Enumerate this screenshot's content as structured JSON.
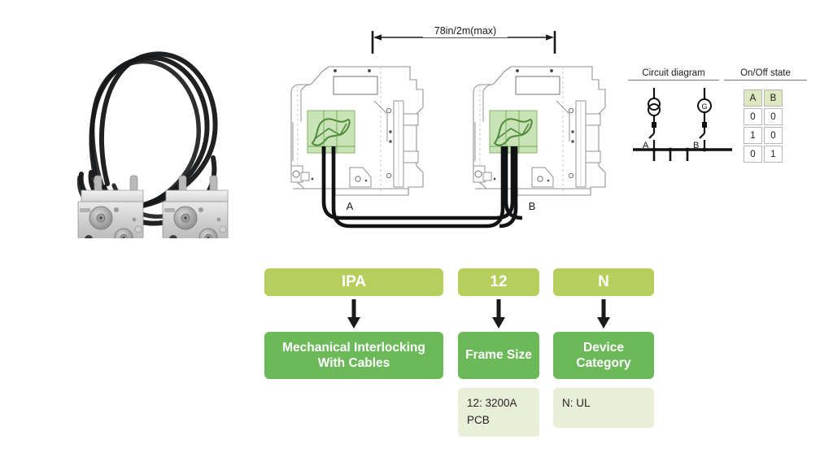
{
  "photo": {
    "alt_name": "mechanical-interlock-cable-assembly-photo"
  },
  "drawing": {
    "dimension_label": "78in/2m(max)",
    "breaker_a_label": "A",
    "breaker_b_label": "B"
  },
  "circuit": {
    "headers": {
      "diagram": "Circuit diagram",
      "state": "On/Off state"
    },
    "source_a_label": "A",
    "source_b_label": "B",
    "generator_symbol": "G",
    "table": {
      "columns": [
        "A",
        "B"
      ],
      "rows": [
        [
          "0",
          "0"
        ],
        [
          "1",
          "0"
        ],
        [
          "0",
          "1"
        ]
      ]
    }
  },
  "code_flow": {
    "columns": [
      {
        "code": "IPA",
        "meaning": "Mechanical Interlocking With Cables",
        "note": ""
      },
      {
        "code": "12",
        "meaning": "Frame Size",
        "note": "12: 3200A PCB"
      },
      {
        "code": "N",
        "meaning": "Device Category",
        "note": "N: UL"
      }
    ]
  },
  "colors": {
    "chip_top": "#b5ce5c",
    "chip_mid": "#6cb95a",
    "note_bg": "#e8eed8",
    "table_header_bg": "#dde8c0",
    "highlight_green": "#9ccb7a",
    "background": "#ffffff"
  }
}
